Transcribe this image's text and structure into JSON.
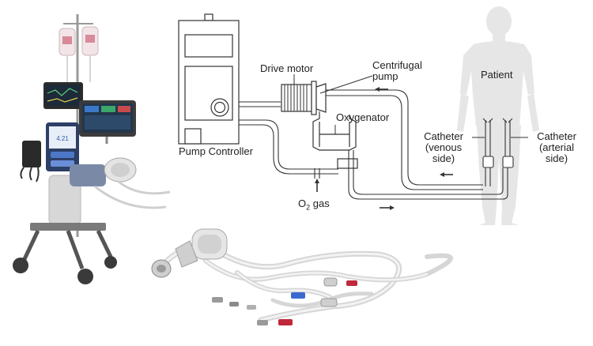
{
  "labels": {
    "pump_controller": "Pump Controller",
    "drive_motor": "Drive motor",
    "centrifugal_pump_line1": "Centrifugal",
    "centrifugal_pump_line2": "pump",
    "oxygenator": "Oxygenator",
    "o2_gas_prefix": "O",
    "o2_gas_sub": "2",
    "o2_gas_suffix": " gas",
    "patient": "Patient",
    "catheter_venous_l1": "Catheter",
    "catheter_venous_l2": "(venous",
    "catheter_venous_l3": "side)",
    "catheter_arterial_l1": "Catheter",
    "catheter_arterial_l2": "(arterial",
    "catheter_arterial_l3": "side)"
  },
  "colors": {
    "line": "#333333",
    "silhouette": "#e6e6e6",
    "tubing": "#d8d8d8",
    "machine_dark": "#3a3a3a",
    "screen_blue": "#2a5ea8",
    "red_connector": "#c0283a",
    "blue_connector": "#3a6ad0"
  }
}
